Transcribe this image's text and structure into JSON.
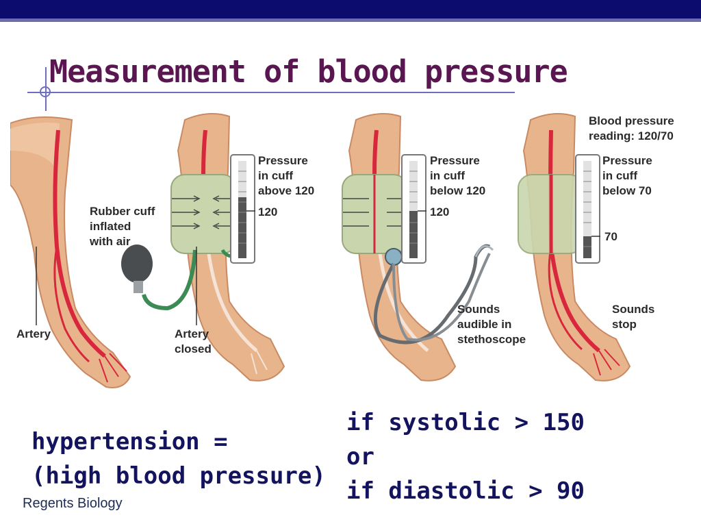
{
  "slide": {
    "title": "Measurement of blood pressure",
    "hypertension_line1": "hypertension =",
    "hypertension_line2": "(high blood pressure)",
    "condition_line1": "if systolic > 150",
    "condition_line2": "or",
    "condition_line3": "if diastolic > 90",
    "footer": "Regents Biology"
  },
  "figure": {
    "panel1": {
      "artery": "Artery"
    },
    "panel2": {
      "cuff_line1": "Rubber cuff",
      "cuff_line2": "inflated",
      "cuff_line3": "with air",
      "pressure_line1": "Pressure",
      "pressure_line2": "in cuff",
      "pressure_line3": "above 120",
      "gauge_mark": "120",
      "artery_line1": "Artery",
      "artery_line2": "closed"
    },
    "panel3": {
      "pressure_line1": "Pressure",
      "pressure_line2": "in cuff",
      "pressure_line3": "below 120",
      "gauge_mark": "120",
      "sounds_line1": "Sounds",
      "sounds_line2": "audible in",
      "sounds_line3": "stethoscope"
    },
    "panel4": {
      "reading_line1": "Blood pressure",
      "reading_line2": "reading: 120/70",
      "pressure_line1": "Pressure",
      "pressure_line2": "in cuff",
      "pressure_line3": "below 70",
      "gauge_mark": "70",
      "sounds_line1": "Sounds",
      "sounds_line2": "stop"
    }
  },
  "colors": {
    "top_bar": "#0c0c6e",
    "title": "#5a1650",
    "body_text": "#14145e",
    "skin": "#e8b48c",
    "artery": "#d8263c",
    "cuff": "#c9d6ad"
  }
}
